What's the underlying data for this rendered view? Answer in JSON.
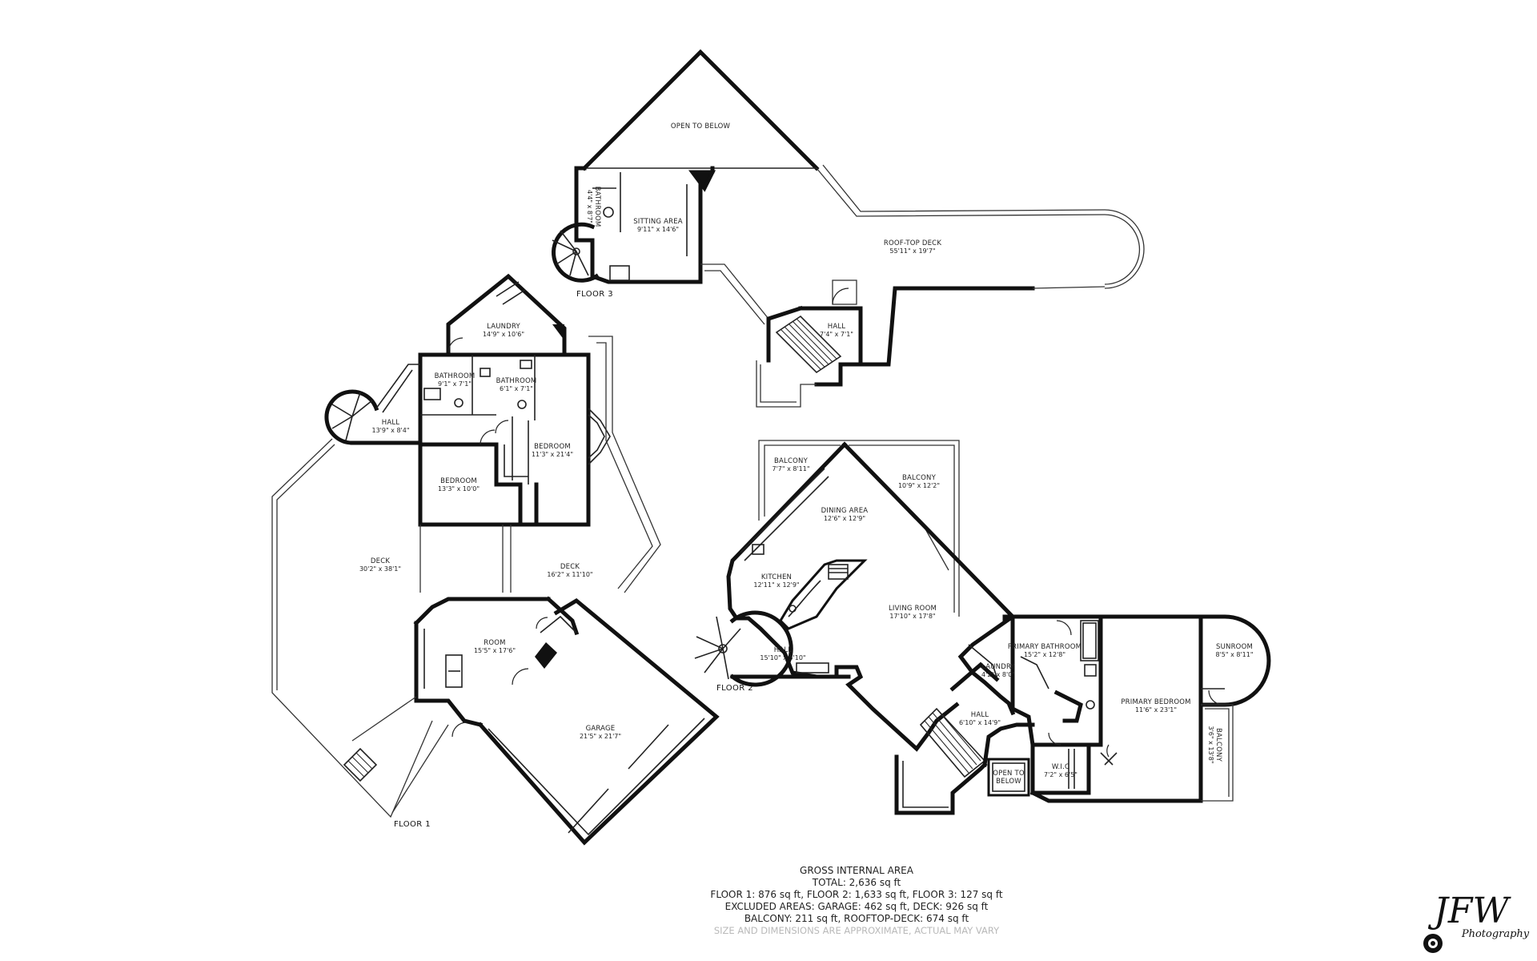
{
  "floors": [
    {
      "id": "floor-1",
      "label": "FLOOR 1"
    },
    {
      "id": "floor-2",
      "label": "FLOOR 2"
    },
    {
      "id": "floor-3",
      "label": "FLOOR 3"
    }
  ],
  "rooms": {
    "open_to_below_f3": {
      "name": "OPEN TO BELOW",
      "dim": ""
    },
    "bathroom_f3": {
      "name": "BATHROOM",
      "dim": "4'4\" x 8'7\""
    },
    "sitting_area": {
      "name": "SITTING AREA",
      "dim": "9'11\" x 14'6\""
    },
    "roof_top_deck": {
      "name": "ROOF-TOP DECK",
      "dim": "55'11\" x 19'7\""
    },
    "hall_f3": {
      "name": "HALL",
      "dim": "7'4\" x 7'1\""
    },
    "laundry_f1": {
      "name": "LAUNDRY",
      "dim": "14'9\" x 10'6\""
    },
    "bathroom_a": {
      "name": "BATHROOM",
      "dim": "9'1\" x 7'1\""
    },
    "bathroom_b": {
      "name": "BATHROOM",
      "dim": "6'1\" x 7'1\""
    },
    "hall_f1": {
      "name": "HALL",
      "dim": "13'9\" x 8'4\""
    },
    "bedroom_1": {
      "name": "BEDROOM",
      "dim": "11'3\" x 21'4\""
    },
    "bedroom_2": {
      "name": "BEDROOM",
      "dim": "13'3\" x 10'0\""
    },
    "deck_large": {
      "name": "DECK",
      "dim": "30'2\" x 38'1\""
    },
    "deck_small": {
      "name": "DECK",
      "dim": "16'2\" x 11'10\""
    },
    "room": {
      "name": "ROOM",
      "dim": "15'5\" x 17'6\""
    },
    "garage": {
      "name": "GARAGE",
      "dim": "21'5\" x 21'7\""
    },
    "balcony_a": {
      "name": "BALCONY",
      "dim": "7'7\" x 8'11\""
    },
    "balcony_b": {
      "name": "BALCONY",
      "dim": "10'9\" x 12'2\""
    },
    "dining_area": {
      "name": "DINING AREA",
      "dim": "12'6\" x 12'9\""
    },
    "kitchen": {
      "name": "KITCHEN",
      "dim": "12'11\" x 12'9\""
    },
    "living_room": {
      "name": "LIVING ROOM",
      "dim": "17'10\" x 17'8\""
    },
    "hall_f2": {
      "name": "HALL",
      "dim": "15'10\" x 5'10\""
    },
    "primary_bathroom": {
      "name": "PRIMARY BATHROOM",
      "dim": "15'2\" x 12'8\""
    },
    "sunroom": {
      "name": "SUNROOM",
      "dim": "8'5\" x 8'11\""
    },
    "laundry_f2": {
      "name": "LAUNDRY",
      "dim": "4'2\" x 8'0\""
    },
    "primary_bedroom": {
      "name": "PRIMARY BEDROOM",
      "dim": "11'6\" x 23'1\""
    },
    "hall_f2b": {
      "name": "HALL",
      "dim": "6'10\" x 14'9\""
    },
    "balcony_c": {
      "name": "BALCONY",
      "dim": "3'6\" x 13'8\""
    },
    "wic": {
      "name": "W.I.C",
      "dim": "7'2\" x 6'5\""
    },
    "open_to_below_f2": {
      "name": "OPEN TO",
      "name2": "BELOW"
    }
  },
  "summary": {
    "heading": "GROSS INTERNAL AREA",
    "total": "TOTAL: 2,636 sq ft",
    "floors": "FLOOR 1: 876 sq ft, FLOOR 2: 1,633 sq ft, FLOOR 3: 127 sq ft",
    "excluded": "EXCLUDED AREAS: GARAGE: 462 sq ft, DECK: 926 sq ft",
    "balcony": "BALCONY: 211 sq ft, ROOFTOP-DECK: 674 sq ft",
    "disclaimer": "SIZE AND DIMENSIONS ARE APPROXIMATE, ACTUAL MAY VARY"
  },
  "logo": {
    "initials": "JFW",
    "subtitle": "Photography",
    "icon": "camera-lens-icon"
  }
}
